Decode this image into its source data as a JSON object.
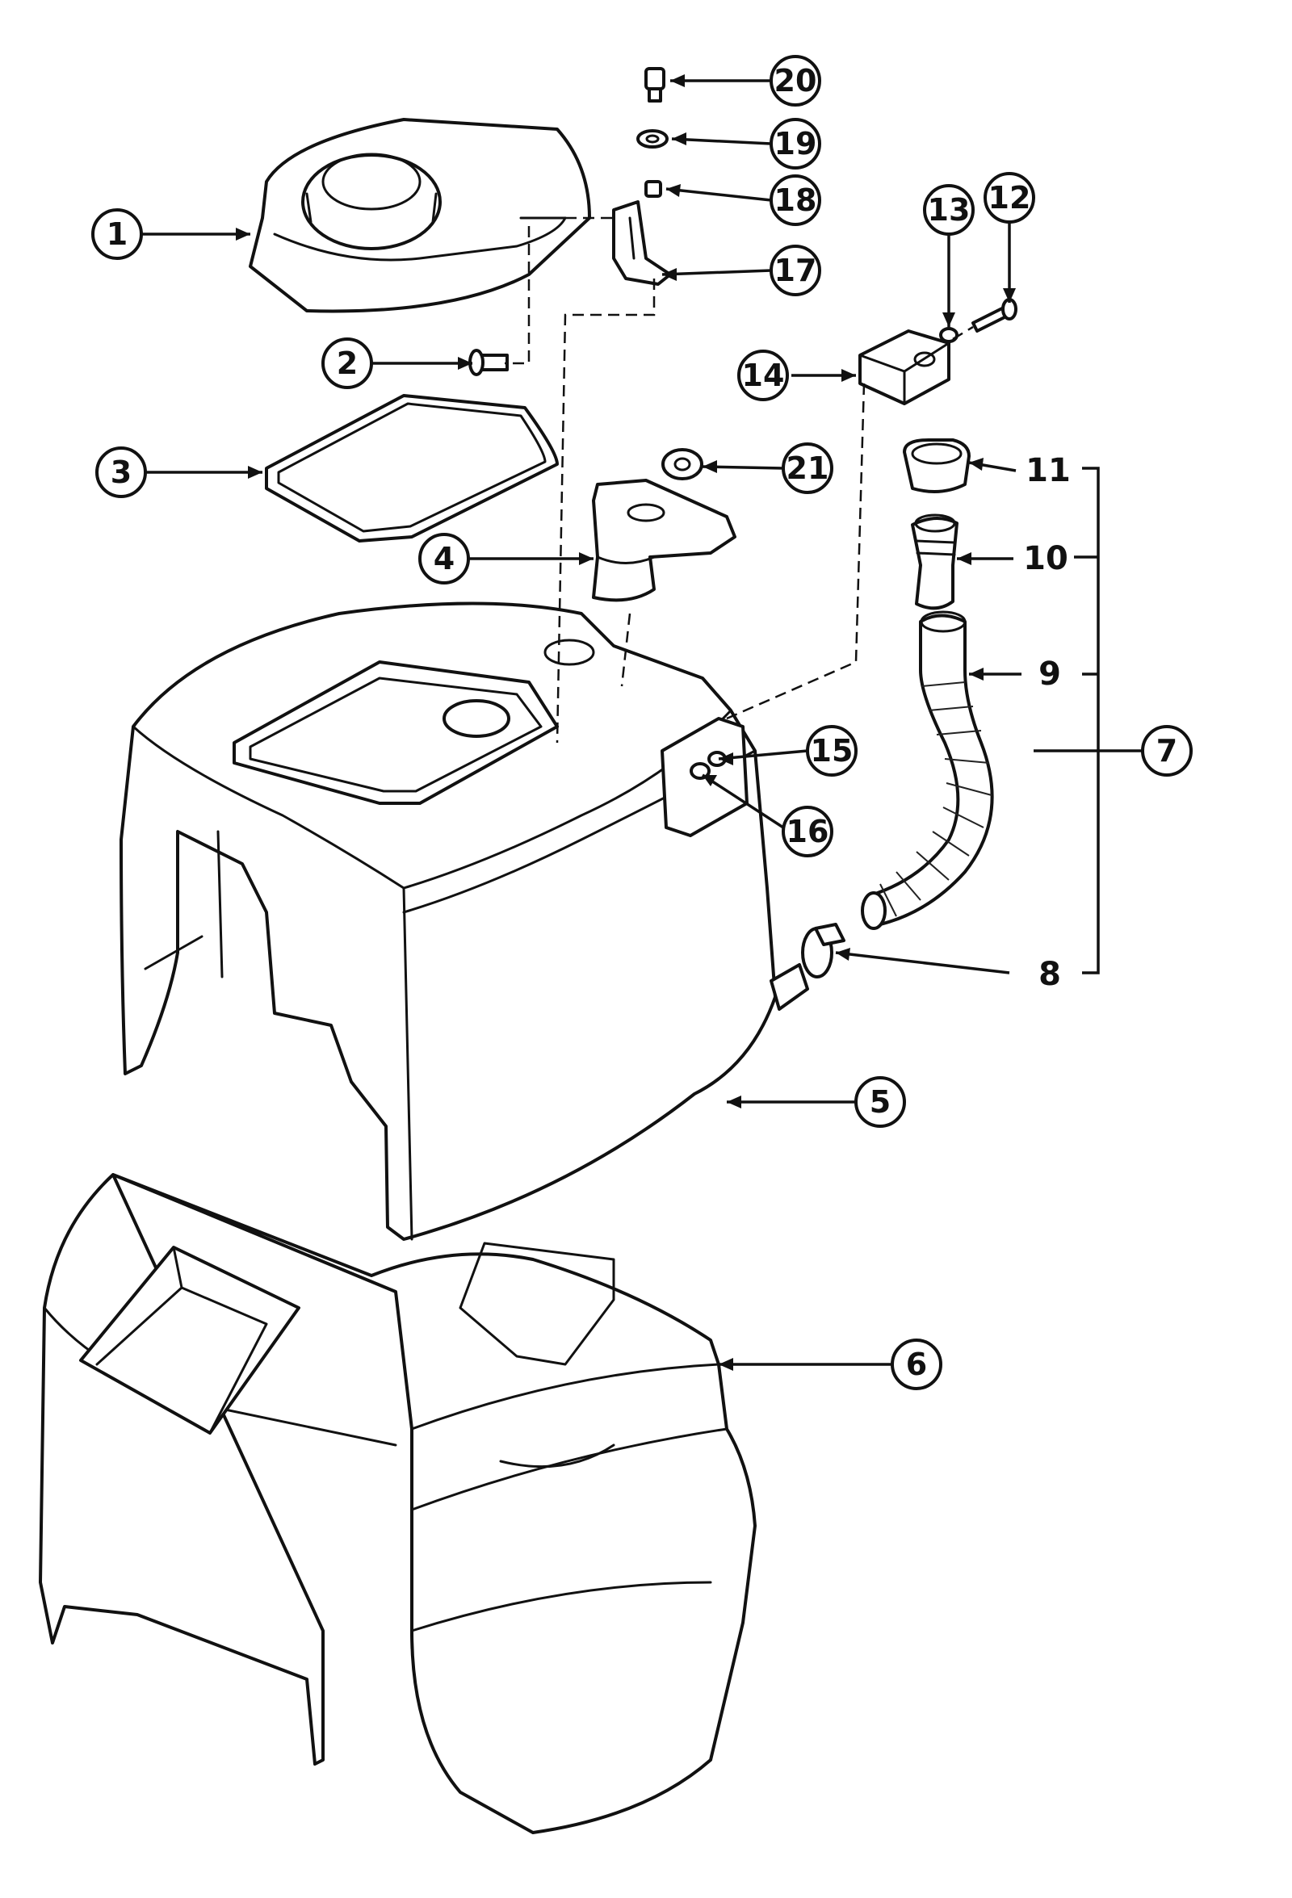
{
  "callouts": [
    {
      "id": "1",
      "text": "1",
      "style": "circled"
    },
    {
      "id": "2",
      "text": "2",
      "style": "circled"
    },
    {
      "id": "3",
      "text": "3",
      "style": "circled"
    },
    {
      "id": "4",
      "text": "4",
      "style": "circled"
    },
    {
      "id": "5",
      "text": "5",
      "style": "circled"
    },
    {
      "id": "6",
      "text": "6",
      "style": "circled"
    },
    {
      "id": "7",
      "text": "7",
      "style": "circled"
    },
    {
      "id": "8",
      "text": "8",
      "style": "plain"
    },
    {
      "id": "9",
      "text": "9",
      "style": "plain"
    },
    {
      "id": "10",
      "text": "10",
      "style": "plain"
    },
    {
      "id": "11",
      "text": "11",
      "style": "plain"
    },
    {
      "id": "12",
      "text": "12",
      "style": "circled"
    },
    {
      "id": "13",
      "text": "13",
      "style": "circled"
    },
    {
      "id": "14",
      "text": "14",
      "style": "circled"
    },
    {
      "id": "15",
      "text": "15",
      "style": "circled"
    },
    {
      "id": "16",
      "text": "16",
      "style": "circled"
    },
    {
      "id": "17",
      "text": "17",
      "style": "circled"
    },
    {
      "id": "18",
      "text": "18",
      "style": "circled"
    },
    {
      "id": "19",
      "text": "19",
      "style": "circled"
    },
    {
      "id": "20",
      "text": "20",
      "style": "circled"
    },
    {
      "id": "21",
      "text": "21",
      "style": "circled"
    }
  ],
  "colors": {
    "line": "#111111",
    "background": "#ffffff"
  }
}
